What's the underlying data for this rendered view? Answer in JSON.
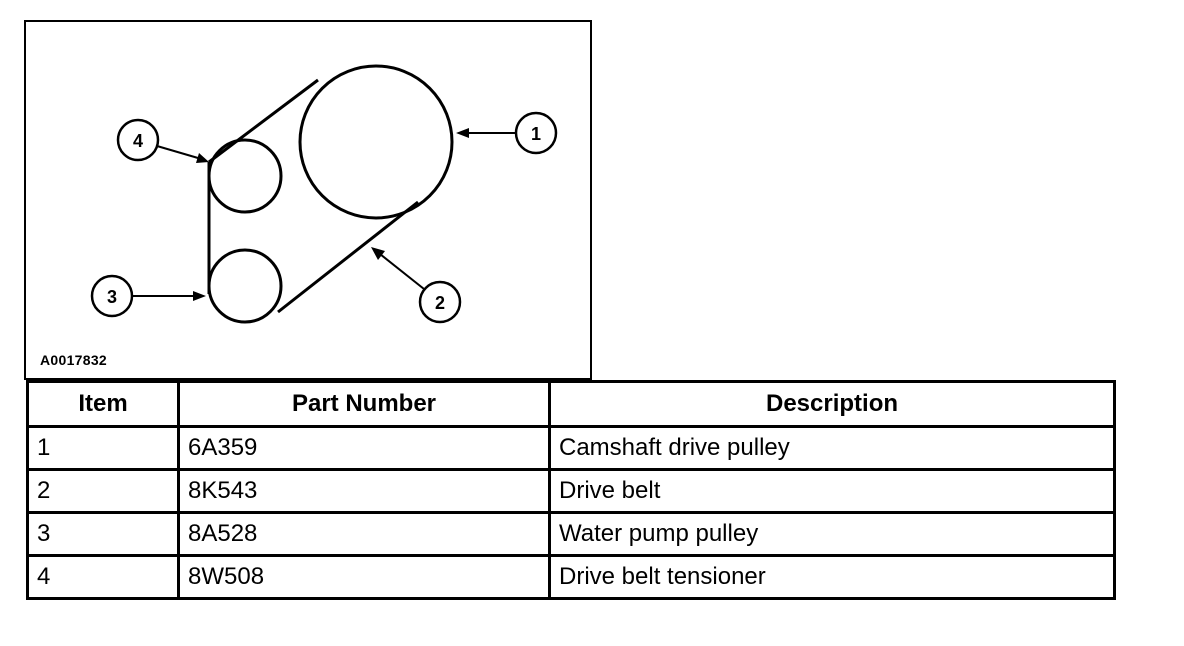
{
  "figure": {
    "id": "A0017832",
    "callouts": [
      "1",
      "2",
      "3",
      "4"
    ]
  },
  "table": {
    "headers": [
      "Item",
      "Part Number",
      "Description"
    ],
    "rows": [
      {
        "item": "1",
        "part_number": "6A359",
        "description": "Camshaft drive pulley"
      },
      {
        "item": "2",
        "part_number": "8K543",
        "description": "Drive belt"
      },
      {
        "item": "3",
        "part_number": "8A528",
        "description": "Water pump pulley"
      },
      {
        "item": "4",
        "part_number": "8W508",
        "description": "Drive belt tensioner"
      }
    ]
  }
}
